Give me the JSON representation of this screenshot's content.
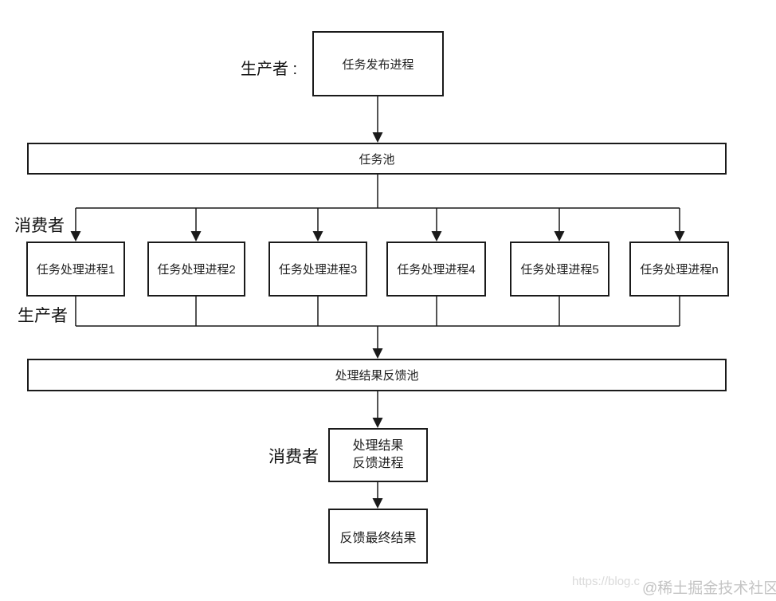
{
  "diagram": {
    "producer_top_label": "生产者 :",
    "task_publish_box": "任务发布进程",
    "task_pool_box": "任务池",
    "consumer_top_label": "消费者",
    "process_boxes": [
      "任务处理进程1",
      "任务处理进程2",
      "任务处理进程3",
      "任务处理进程4",
      "任务处理进程5",
      "任务处理进程n"
    ],
    "producer_mid_label": "生产者",
    "feedback_pool_box": "处理结果反馈池",
    "consumer_bottom_label": "消费者",
    "feedback_process_box": "处理结果\n反馈进程",
    "final_result_box": "反馈最终结果"
  },
  "watermark": {
    "url_fragment": "https://blog.c",
    "community": "@稀土掘金技术社区"
  },
  "colors": {
    "line": "#1a1a1a",
    "box_border": "#1a1a1a",
    "text": "#1f1f1f",
    "watermark_url": "#dadada",
    "watermark_community": "#c4c4c4",
    "background": "#ffffff"
  }
}
